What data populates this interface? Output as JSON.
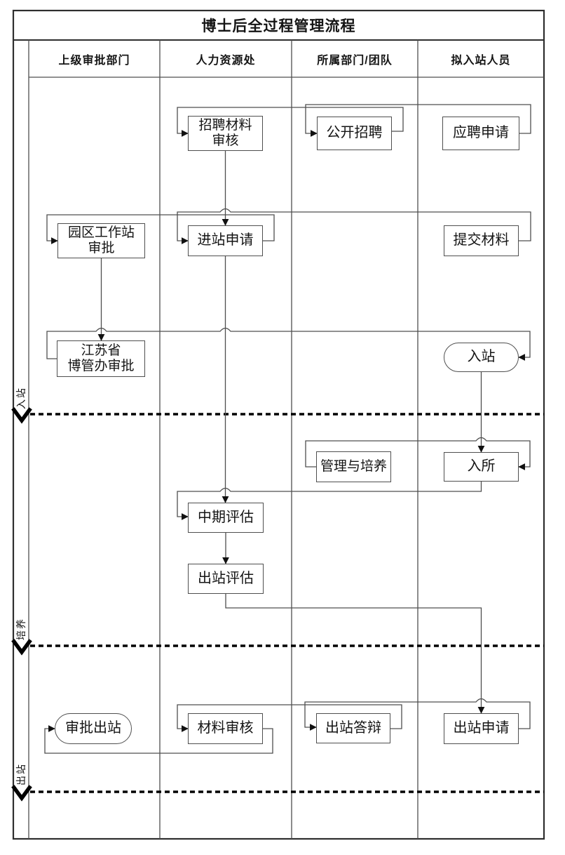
{
  "title": "博士后全过程管理流程",
  "lanes": [
    {
      "label": "上级审批部门"
    },
    {
      "label": "人力资源处"
    },
    {
      "label": "所属部门/团队"
    },
    {
      "label": "拟入站人员"
    }
  ],
  "phases": [
    {
      "label": "入站"
    },
    {
      "label": "培养"
    },
    {
      "label": "出站"
    }
  ],
  "nodes": {
    "recruit_review": {
      "label": "招聘材料\n审核",
      "shape": "rect",
      "lane": "人力资源处"
    },
    "open_recruit": {
      "label": "公开招聘",
      "shape": "rect",
      "lane": "所属部门/团队"
    },
    "apply": {
      "label": "应聘申请",
      "shape": "rect",
      "lane": "拟入站人员"
    },
    "park_approval": {
      "label": "园区工作站\n审批",
      "shape": "rect",
      "lane": "上级审批部门"
    },
    "entry_apply": {
      "label": "进站申请",
      "shape": "rect",
      "lane": "人力资源处"
    },
    "submit_materials": {
      "label": "提交材料",
      "shape": "rect",
      "lane": "拟入站人员"
    },
    "jiangsu_approval": {
      "label": "江苏省\n博管办审批",
      "shape": "rect",
      "lane": "上级审批部门"
    },
    "entry": {
      "label": "入站",
      "shape": "stadium",
      "lane": "拟入站人员"
    },
    "manage_train": {
      "label": "管理与培养",
      "shape": "rect",
      "lane": "所属部门/团队"
    },
    "enter_institute": {
      "label": "入所",
      "shape": "rect",
      "lane": "拟入站人员"
    },
    "midterm": {
      "label": "中期评估",
      "shape": "rect",
      "lane": "人力资源处"
    },
    "exit_eval": {
      "label": "出站评估",
      "shape": "rect",
      "lane": "人力资源处"
    },
    "approve_exit": {
      "label": "审批出站",
      "shape": "stadium",
      "lane": "上级审批部门"
    },
    "material_review": {
      "label": "材料审核",
      "shape": "rect",
      "lane": "人力资源处"
    },
    "exit_defense": {
      "label": "出站答辩",
      "shape": "rect",
      "lane": "所属部门/团队"
    },
    "exit_apply": {
      "label": "出站申请",
      "shape": "rect",
      "lane": "拟入站人员"
    }
  },
  "colors": {
    "border": "#2e2e2e",
    "line": "#4f4f4f",
    "arrow": "#111111",
    "phase_separator": "#000000",
    "text": "#141414",
    "background": "#ffffff"
  }
}
